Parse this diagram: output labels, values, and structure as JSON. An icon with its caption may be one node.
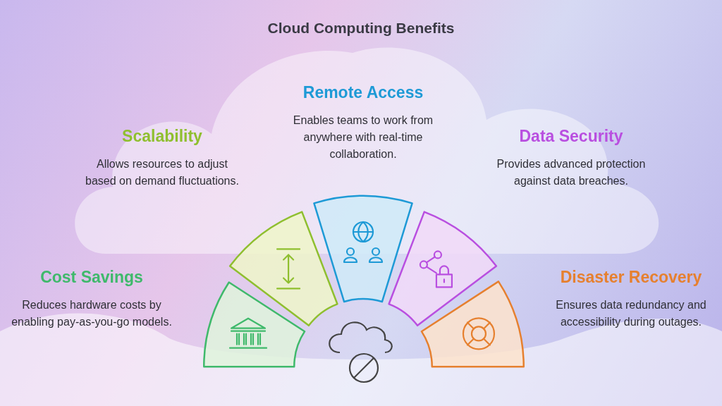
{
  "diagram": {
    "title": "Cloud Computing Benefits",
    "nodes": [
      {
        "text": [
          "Cost Savings",
          "Reduces hardware costs by enabling pay-as-you-go models."
        ]
      },
      {
        "text": [
          "Scalability",
          "Allows resources to adjust based on demand fluctuations."
        ]
      },
      {
        "text": [
          "Remote Access",
          "Enables teams to work from anywhere with real-time collaboration."
        ]
      },
      {
        "text": [
          "Data Security",
          "Provides advanced protection against data breaches."
        ]
      },
      {
        "text": [
          "Disaster Recovery",
          "Ensures data redundancy and accessibility during outages."
        ]
      }
    ]
  }
}
